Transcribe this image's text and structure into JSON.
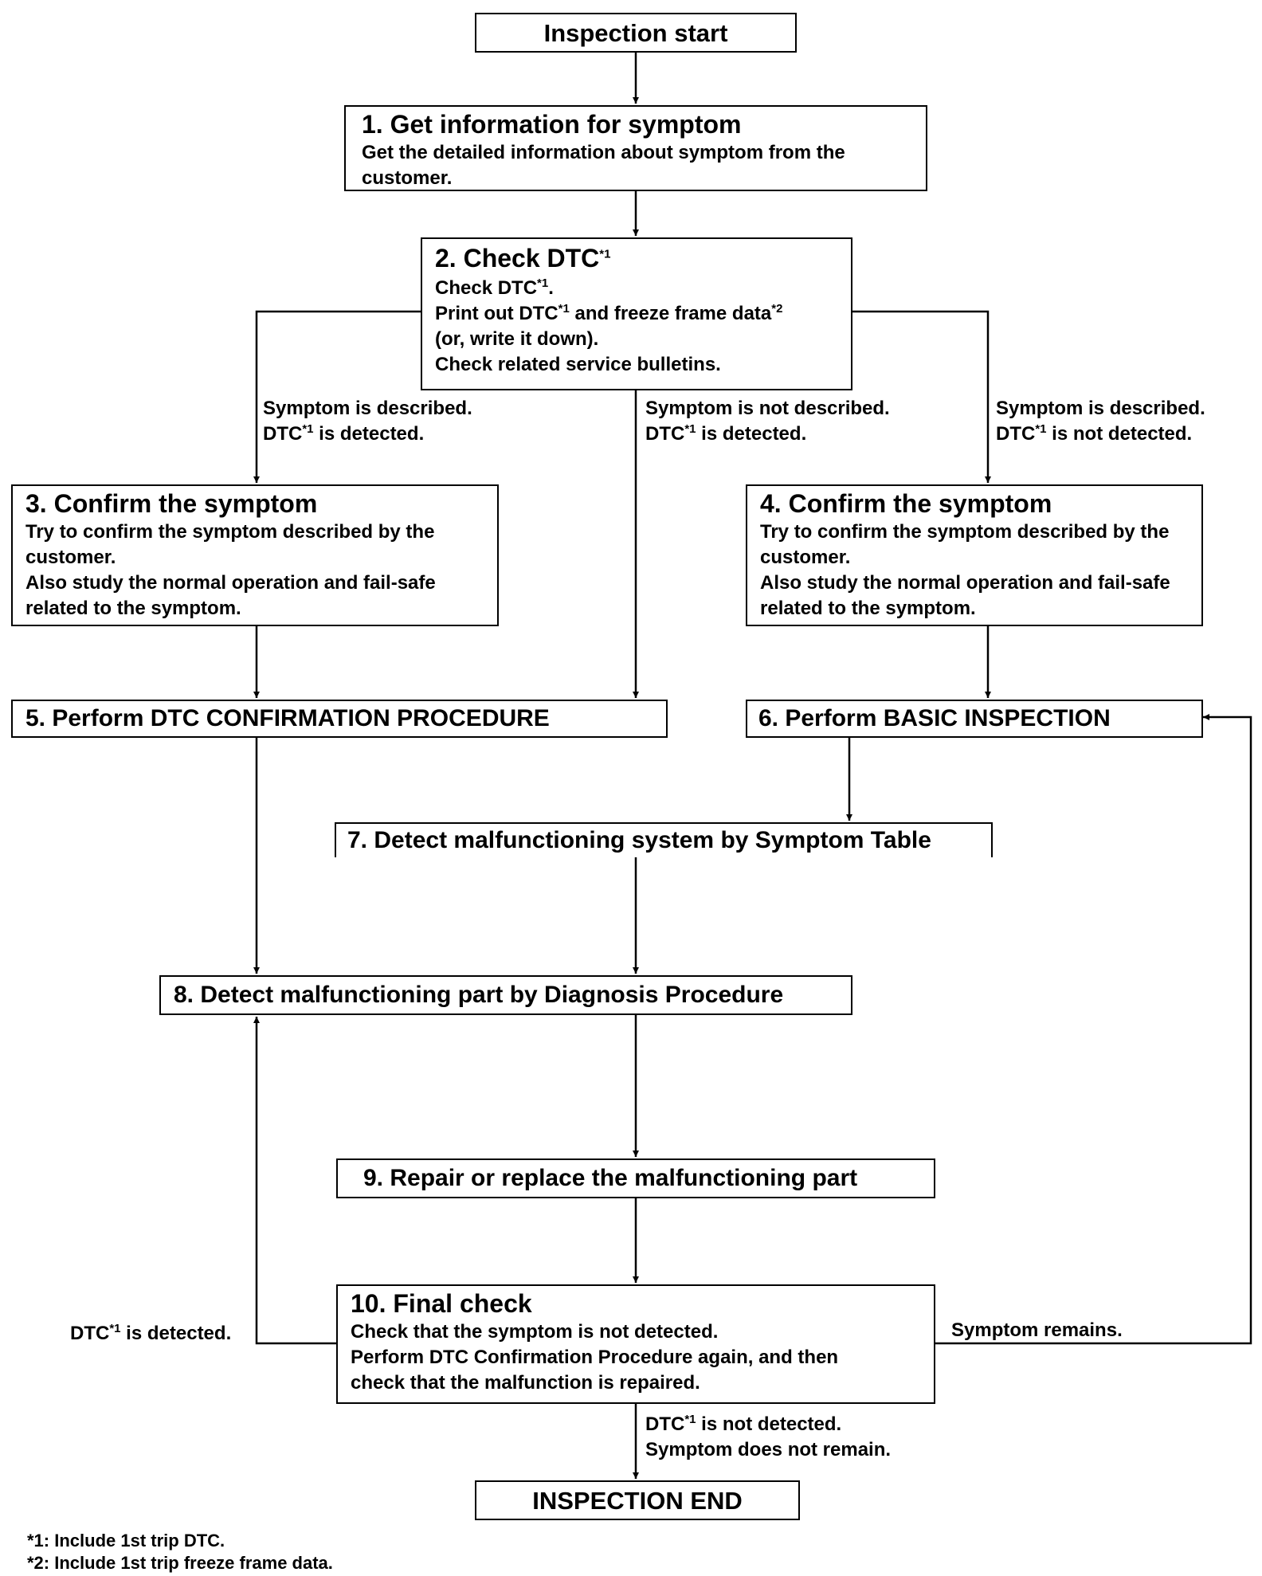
{
  "flow": {
    "start": "Inspection start",
    "step1": {
      "title": "1. Get information for symptom",
      "lines": [
        "Get the detailed information about symptom from the",
        "customer."
      ]
    },
    "step2": {
      "title": "2. Check DTC*1",
      "lines": [
        "Check DTC*1.",
        "Print out DTC*1 and freeze frame data*2",
        "(or, write it down).",
        "Check related service bulletins."
      ]
    },
    "branch_left": [
      "Symptom is described.",
      "DTC*1 is detected."
    ],
    "branch_mid": [
      "Symptom is not described.",
      "DTC*1 is detected."
    ],
    "branch_right": [
      "Symptom is described.",
      "DTC*1 is not detected."
    ],
    "step3": {
      "title": "3. Confirm the symptom",
      "lines": [
        "Try to confirm the symptom described by the",
        "customer.",
        "Also study the normal operation and fail-safe",
        "related to the symptom."
      ]
    },
    "step4": {
      "title": "4. Confirm the symptom",
      "lines": [
        "Try to confirm the symptom described by the",
        "customer.",
        "Also study the normal operation and fail-safe",
        "related to the symptom."
      ]
    },
    "step5": "5. Perform DTC CONFIRMATION PROCEDURE",
    "step6": "6. Perform BASIC INSPECTION",
    "step7": "7. Detect malfunctioning system by Symptom Table",
    "step8": "8. Detect malfunctioning part by Diagnosis Procedure",
    "step9": "9. Repair or replace the malfunctioning part",
    "step10": {
      "title": "10. Final check",
      "lines": [
        "Check that the symptom is not detected.",
        "Perform DTC Confirmation Procedure again, and then",
        "check that the malfunction is repaired."
      ]
    },
    "label_dtc_detected": "DTC*1 is detected.",
    "label_symptom_remains": "Symptom remains.",
    "label_end_condition": [
      "DTC*1 is not detected.",
      "Symptom does not remain."
    ],
    "end": "INSPECTION END"
  },
  "footnotes": [
    "*1: Include 1st trip DTC.",
    "*2: Include 1st trip freeze frame data."
  ]
}
